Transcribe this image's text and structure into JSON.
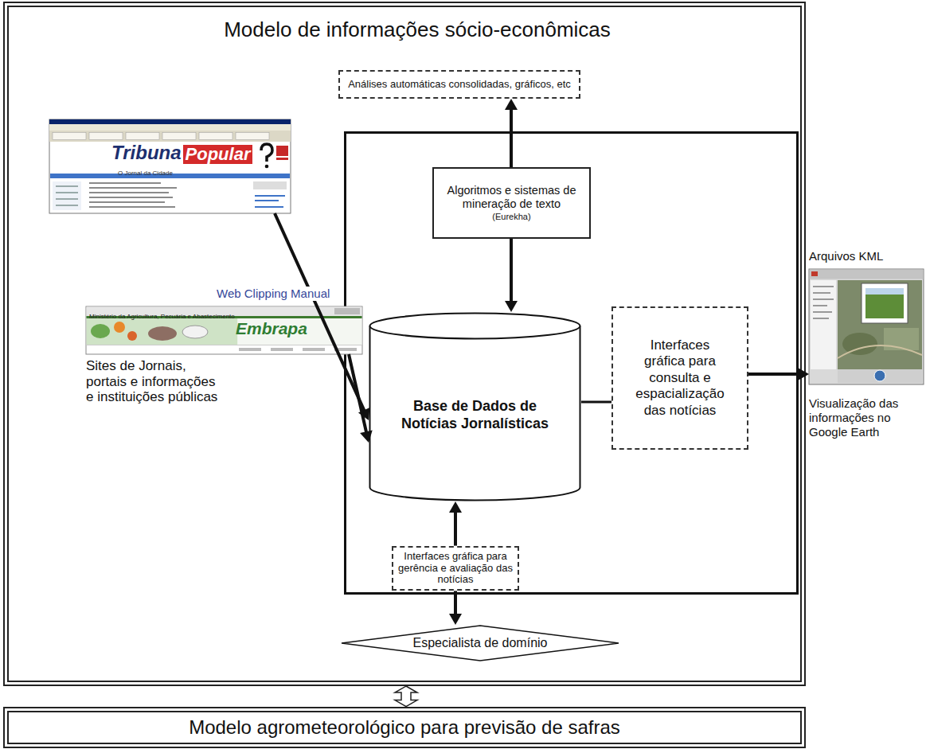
{
  "diagram": {
    "nodes": [
      {
        "text": [
          "Modelo de informações sócio-econômicas"
        ]
      },
      {
        "text": [
          "Análises automáticas consolidadas, gráficos, etc"
        ],
        "in": 0
      },
      {
        "text": [
          "Tribuna",
          "Popular",
          "O Jornal da Cidade"
        ],
        "in": 0
      },
      {
        "text": [
          "Algoritmos e sistemas de mineração de texto",
          "(Eurekha)"
        ],
        "in": 0
      },
      {
        "text": [
          "Ministério da Agricultura, Pecuária e Abastecimento",
          "Embrapa",
          "Sites de Jornais, portais e informações e instituições públicas"
        ],
        "in": 0
      },
      {
        "text": [
          "Base de Dados de Notícias Jornalísticas"
        ],
        "in": 0
      },
      {
        "text": [
          "Interfaces gráfica para consulta e espacialização das notícias"
        ],
        "in": 0
      },
      {
        "text": [
          "Interfaces gráfica para gerência e avaliação das notícias"
        ],
        "in": 0
      },
      {
        "text": [
          "Especialista de domínio"
        ],
        "in": 0
      },
      {
        "text": [
          "Arquivos KML",
          "Visualização das informações no Google Earth"
        ]
      },
      {
        "text": [
          "Modelo agrometeorológico para previsão de safras"
        ]
      }
    ],
    "edges": [
      {
        "from": 3,
        "to": 1,
        "arrow": "to"
      },
      {
        "from": 3,
        "to": 5,
        "arrow": "to"
      },
      {
        "from": 2,
        "to": 5,
        "arrow": "to",
        "label": "Web Clipping Manual"
      },
      {
        "from": 4,
        "to": 5,
        "arrow": "to"
      },
      {
        "from": 5,
        "to": 6,
        "arrow": "none"
      },
      {
        "from": 6,
        "to": 9,
        "arrow": "to"
      },
      {
        "from": 7,
        "to": 5,
        "arrow": "to"
      },
      {
        "from": 7,
        "to": 8,
        "arrow": "to"
      },
      {
        "from": 0,
        "to": 10,
        "arrow": "both"
      }
    ]
  }
}
